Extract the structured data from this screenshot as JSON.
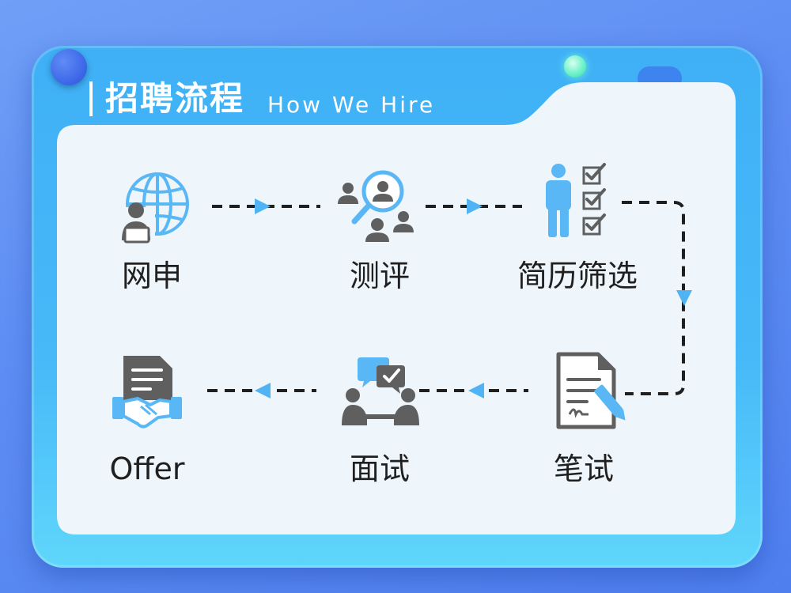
{
  "header": {
    "title": "招聘流程",
    "subtitle": "How We Hire"
  },
  "steps": [
    {
      "label": "网申",
      "icon": "online-application-icon"
    },
    {
      "label": "测评",
      "icon": "assessment-icon"
    },
    {
      "label": "简历筛选",
      "icon": "resume-screening-icon"
    },
    {
      "label": "笔试",
      "icon": "written-test-icon"
    },
    {
      "label": "面试",
      "icon": "interview-icon"
    },
    {
      "label": "Offer",
      "icon": "offer-handshake-icon"
    }
  ],
  "colors": {
    "icon_dark": "#5f5f5f",
    "icon_blue": "#59b7f5",
    "arrow_dark": "#1f1f1f",
    "arrow_blue": "#4fb3f4",
    "panel": "#eef5fb"
  }
}
